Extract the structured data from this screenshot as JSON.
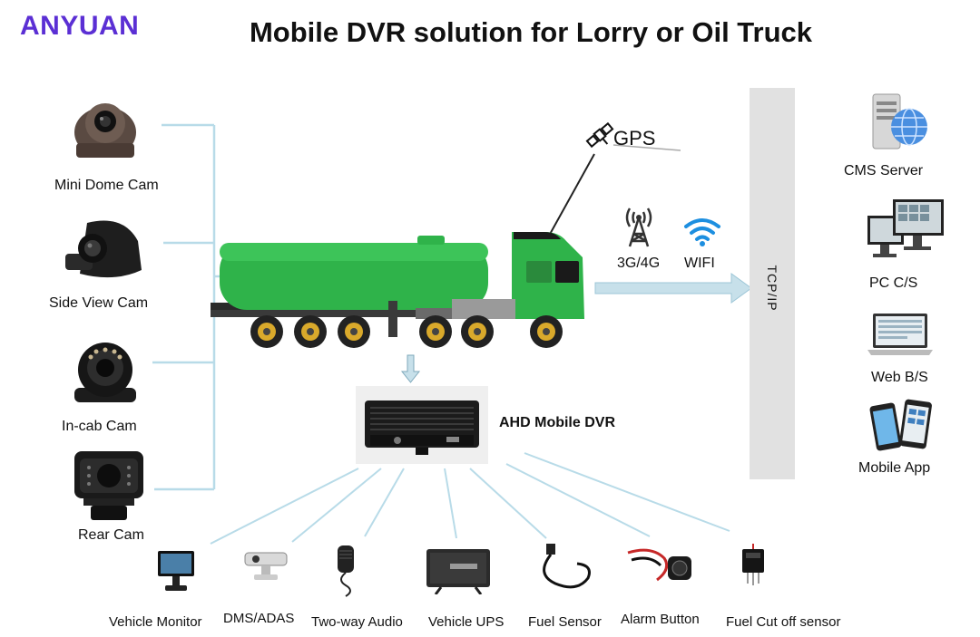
{
  "brand": "ANYUAN",
  "title": "Mobile DVR solution for Lorry or Oil Truck",
  "cameras": [
    {
      "label": "Mini Dome Cam",
      "icon": "mini-dome-camera-icon"
    },
    {
      "label": "Side View Cam",
      "icon": "side-view-camera-icon"
    },
    {
      "label": "In-cab Cam",
      "icon": "in-cab-camera-icon"
    },
    {
      "label": "Rear Cam",
      "icon": "rear-camera-icon"
    }
  ],
  "gps_label": "GPS",
  "network": {
    "cellular": "3G/4G",
    "wifi": "WIFI",
    "protocol": "TCP/IP"
  },
  "dvr_label": "AHD Mobile DVR",
  "clients": [
    {
      "label": "CMS Server",
      "icon": "server-icon"
    },
    {
      "label": "PC C/S",
      "icon": "pc-monitors-icon"
    },
    {
      "label": "Web B/S",
      "icon": "laptop-icon"
    },
    {
      "label": "Mobile App",
      "icon": "smartphones-icon"
    }
  ],
  "peripherals": [
    {
      "label": "Vehicle Monitor",
      "icon": "vehicle-monitor-icon"
    },
    {
      "label": "DMS/ADAS",
      "icon": "dms-adas-camera-icon"
    },
    {
      "label": "Two-way Audio",
      "icon": "microphone-icon"
    },
    {
      "label": "Vehicle UPS",
      "icon": "ups-box-icon"
    },
    {
      "label": "Fuel Sensor",
      "icon": "fuel-sensor-icon"
    },
    {
      "label": "Alarm Button",
      "icon": "alarm-button-icon"
    },
    {
      "label": "Fuel Cut off sensor",
      "icon": "relay-icon"
    }
  ],
  "colors": {
    "brand": "#5b2fd4",
    "truck_green": "#2fb34a",
    "bar": "#e1e1e1",
    "arrow": "#c7e0ea"
  }
}
